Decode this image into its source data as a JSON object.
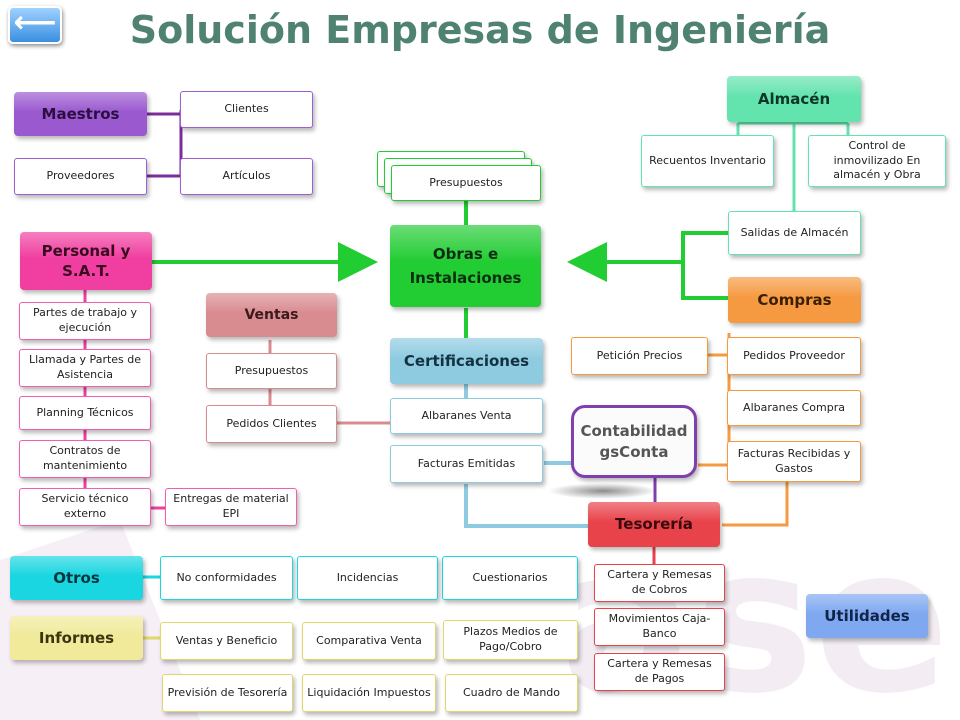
{
  "title": "Solución Empresas de Ingeniería",
  "back_glyph": "⟵",
  "colors": {
    "title": "#4f8271",
    "maestros": "#9b59d0",
    "personal": "#f03fa0",
    "ventas": "#d98c90",
    "obras": "#22cc33",
    "certificaciones": "#8ecbe0",
    "almacen": "#63e3ae",
    "compras": "#f59a40",
    "tesoreria": "#e8424a",
    "contabilidad": "#7f3faf",
    "otros": "#1ad6e0",
    "informes": "#f0ea9a",
    "utilidades": "#7fa8f0"
  },
  "nodes": {
    "maestros": "Maestros",
    "clientes": "Clientes",
    "proveedores": "Proveedores",
    "articulos": "Artículos",
    "personal": "Personal y S.A.T.",
    "partes_trabajo": "Partes de trabajo y ejecución",
    "llamada": "Llamada y Partes de Asistencia",
    "planning": "Planning Técnicos",
    "contratos": "Contratos de mantenimiento",
    "servicio": "Servicio técnico externo",
    "entregas": "Entregas de material EPI",
    "ventas": "Ventas",
    "presupuestos_ventas": "Presupuestos",
    "pedidos_clientes": "Pedidos Clientes",
    "presupuestos_obra": "Presupuestos",
    "obras": "Obras e Instalaciones",
    "certificaciones": "Certificaciones",
    "albaranes_venta": "Albaranes Venta",
    "facturas_emitidas": "Facturas Emitidas",
    "almacen": "Almacén",
    "recuentos": "Recuentos Inventario",
    "control": "Control de inmovilizado En almacén y Obra",
    "salidas": "Salidas de Almacén",
    "compras": "Compras",
    "peticion": "Petición Precios",
    "pedidos_proveedor": "Pedidos Proveedor",
    "albaranes_compra": "Albaranes Compra",
    "facturas_recibidas": "Facturas Recibidas y Gastos",
    "contabilidad": "Contabilidad gsConta",
    "tesoreria": "Tesorería",
    "cartera_cobros": "Cartera y Remesas de Cobros",
    "movimientos": "Movimientos Caja-Banco",
    "cartera_pagos": "Cartera y Remesas de Pagos",
    "otros": "Otros",
    "no_conformidades": "No conformidades",
    "incidencias": "Incidencias",
    "cuestionarios": "Cuestionarios",
    "informes": "Informes",
    "ventas_beneficio": "Ventas y Beneficio",
    "comparativa": "Comparativa Venta",
    "plazos": "Plazos Medios de Pago/Cobro",
    "prevision": "Previsión de Tesorería",
    "liquidacion": "Liquidación Impuestos",
    "cuadro": "Cuadro de Mando",
    "utilidades": "Utilidades"
  }
}
